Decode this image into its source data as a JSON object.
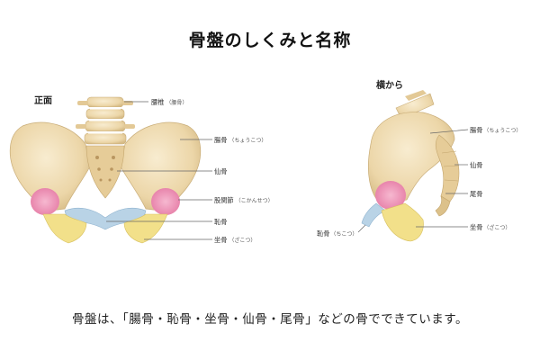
{
  "title": "骨盤のしくみと名称",
  "views": {
    "front": {
      "heading": "正面",
      "labels": [
        {
          "name": "腰椎",
          "reading": "（腰骨）"
        },
        {
          "name": "腸骨",
          "reading": "（ちょうこつ）"
        },
        {
          "name": "仙骨",
          "reading": ""
        },
        {
          "name": "股関節",
          "reading": "（こかんせつ）"
        },
        {
          "name": "恥骨",
          "reading": ""
        },
        {
          "name": "坐骨",
          "reading": "（ざこつ）"
        }
      ]
    },
    "side": {
      "heading": "横から",
      "labels": [
        {
          "name": "腸骨",
          "reading": "（ちょうこつ）"
        },
        {
          "name": "仙骨",
          "reading": ""
        },
        {
          "name": "尾骨",
          "reading": ""
        },
        {
          "name": "坐骨",
          "reading": "（ざこつ）"
        },
        {
          "name": "恥骨",
          "reading": "（ちこつ）"
        }
      ]
    }
  },
  "caption": "骨盤は、「腸骨・恥骨・坐骨・仙骨・尾骨」などの骨でできています。",
  "colors": {
    "bone": "#eedcb3",
    "bone_shade": "#d9c08c",
    "hip_joint": "#e98ab0",
    "pubis": "#b9d3e6",
    "ischium": "#f2e08a",
    "vertebra_disc": "#ffffff"
  }
}
